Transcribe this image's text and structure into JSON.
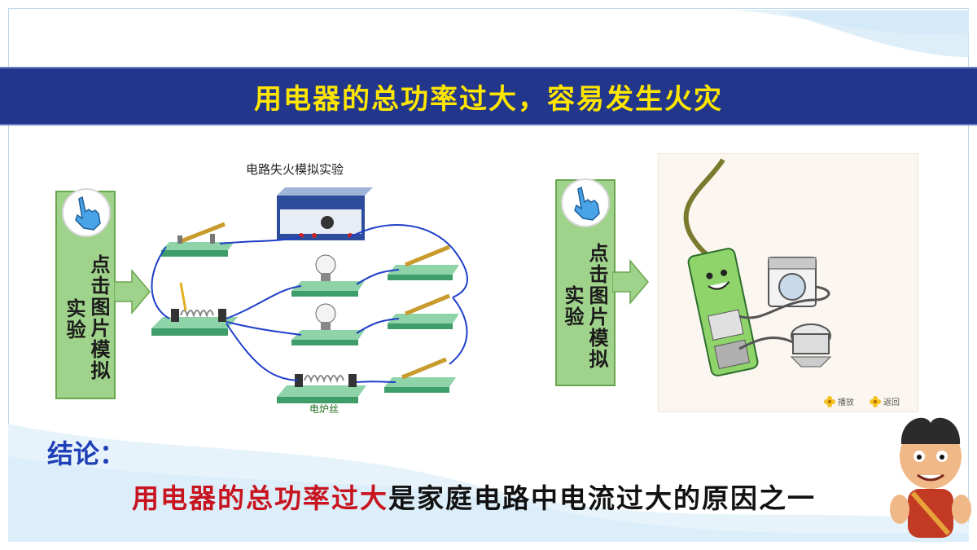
{
  "slide": {
    "title": "用电器的总功率过大，容易发生火灾"
  },
  "left_experiment": {
    "button_col1": "点击图片模拟",
    "button_col2": "实验",
    "diagram_title": "电路失火模拟实验",
    "wire_label": "电炉丝"
  },
  "right_experiment": {
    "button_col1": "点击图片模拟",
    "button_col2": "实验",
    "play_label": "播放",
    "back_label": "返回"
  },
  "conclusion": {
    "label": "结论：",
    "highlight": "用电器的总功率过大",
    "rest": "是家庭电路中电流过大的原因之一"
  },
  "colors": {
    "title_bg": "#22378c",
    "title_text": "#ffe600",
    "button_bg": "#9fd28a",
    "conclusion_label": "#2040b8",
    "highlight": "#c8141e"
  },
  "icons": {
    "hand": "hand-pointer-icon",
    "arrow": "arrow-right-icon"
  }
}
